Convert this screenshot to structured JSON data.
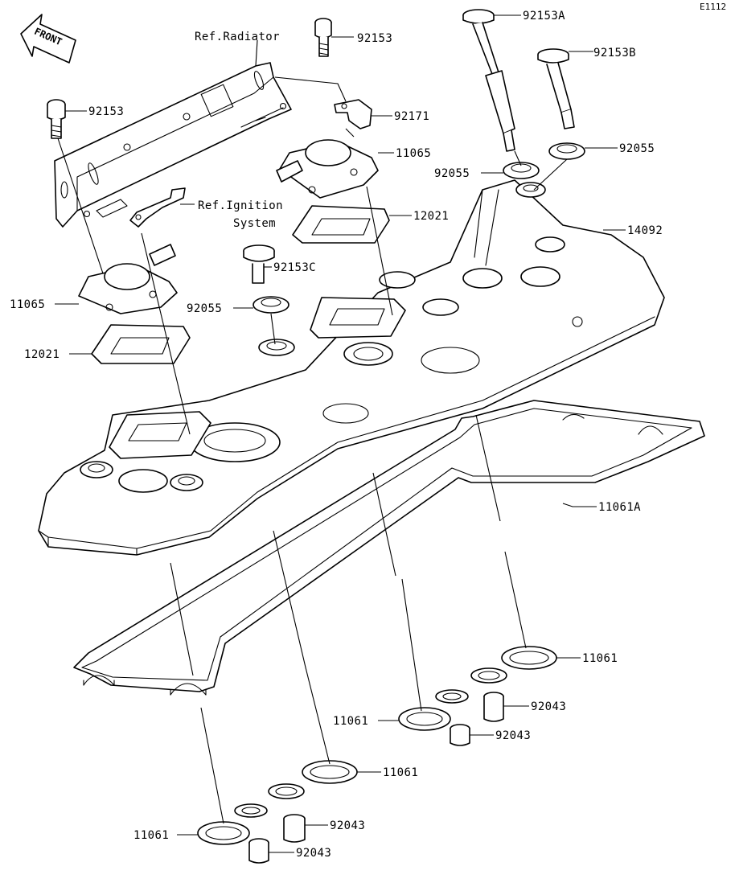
{
  "diagram_code": "E1112",
  "front_label": "FRONT",
  "references": {
    "radiator": "Ref.Radiator",
    "ignition_line1": "Ref.Ignition",
    "ignition_line2": "System"
  },
  "callouts": [
    {
      "id": "92153A",
      "text": "92153A"
    },
    {
      "id": "92153-top",
      "text": "92153"
    },
    {
      "id": "92153B",
      "text": "92153B"
    },
    {
      "id": "92153-left",
      "text": "92153"
    },
    {
      "id": "92171",
      "text": "92171"
    },
    {
      "id": "11065-right",
      "text": "11065"
    },
    {
      "id": "92055-right",
      "text": "92055"
    },
    {
      "id": "92055-mid",
      "text": "92055"
    },
    {
      "id": "12021-right",
      "text": "12021"
    },
    {
      "id": "14092",
      "text": "14092"
    },
    {
      "id": "92153C",
      "text": "92153C"
    },
    {
      "id": "11065-left",
      "text": "11065"
    },
    {
      "id": "92055-left",
      "text": "92055"
    },
    {
      "id": "12021-left",
      "text": "12021"
    },
    {
      "id": "11061A",
      "text": "11061A"
    },
    {
      "id": "11061-a",
      "text": "11061"
    },
    {
      "id": "92043-a",
      "text": "92043"
    },
    {
      "id": "11061-b",
      "text": "11061"
    },
    {
      "id": "92043-b",
      "text": "92043"
    },
    {
      "id": "11061-c",
      "text": "11061"
    },
    {
      "id": "92043-c",
      "text": "92043"
    },
    {
      "id": "11061-d",
      "text": "11061"
    },
    {
      "id": "92043-d",
      "text": "92043"
    }
  ]
}
